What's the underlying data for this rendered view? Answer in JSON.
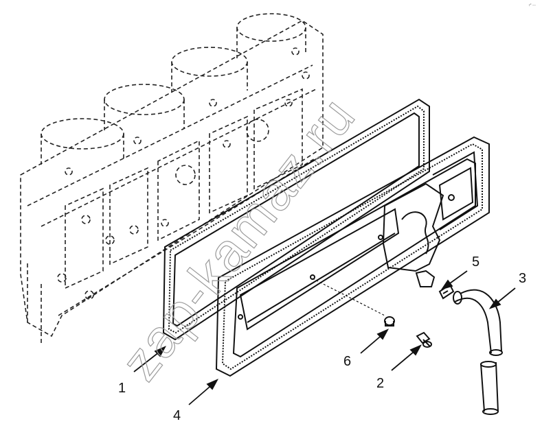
{
  "figure": {
    "watermark": "zap-kamaz.ru",
    "corner_mark": "r* ---",
    "callouts": [
      {
        "id": "1",
        "label": "1"
      },
      {
        "id": "2",
        "label": "2"
      },
      {
        "id": "3",
        "label": "3"
      },
      {
        "id": "4",
        "label": "4"
      },
      {
        "id": "5",
        "label": "5"
      },
      {
        "id": "6",
        "label": "6"
      }
    ]
  },
  "colors": {
    "line": "#111111",
    "dashed": "#222222",
    "watermark": "#9a9a9a",
    "background": "#ffffff"
  }
}
